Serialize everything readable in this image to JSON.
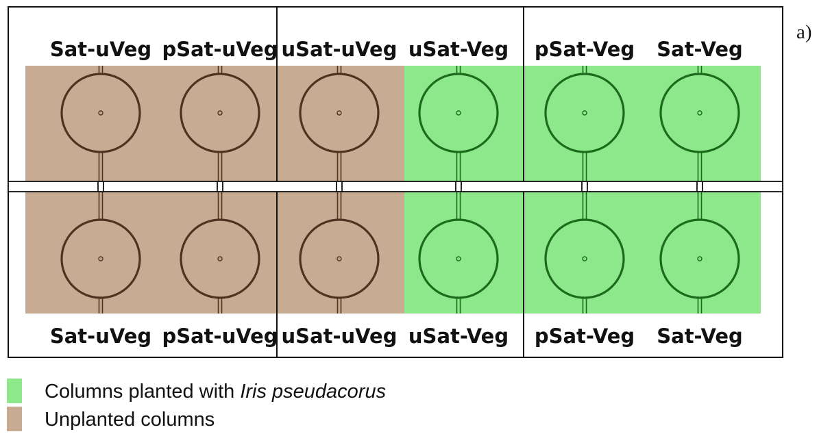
{
  "panel_label": "a)",
  "colors": {
    "unplanted": "#c8ab93",
    "planted": "#8de78b",
    "unplanted_stroke": "#4e3320",
    "planted_stroke": "#1c6a1c",
    "border": "#111111"
  },
  "columns": [
    {
      "top_label": "Sat-uVeg",
      "bottom_label": "Sat-uVeg",
      "planted": false
    },
    {
      "top_label": "pSat-uVeg",
      "bottom_label": "pSat-uVeg",
      "planted": false
    },
    {
      "top_label": "uSat-uVeg",
      "bottom_label": "uSat-uVeg",
      "planted": false
    },
    {
      "top_label": "uSat-Veg",
      "bottom_label": "uSat-Veg",
      "planted": true
    },
    {
      "top_label": "pSat-Veg",
      "bottom_label": "pSat-Veg",
      "planted": true
    },
    {
      "top_label": "Sat-Veg",
      "bottom_label": "Sat-Veg",
      "planted": true
    }
  ],
  "legend": {
    "planted_prefix": "Columns planted with ",
    "planted_species": "Iris pseudacorus",
    "unplanted": "Unplanted columns"
  }
}
